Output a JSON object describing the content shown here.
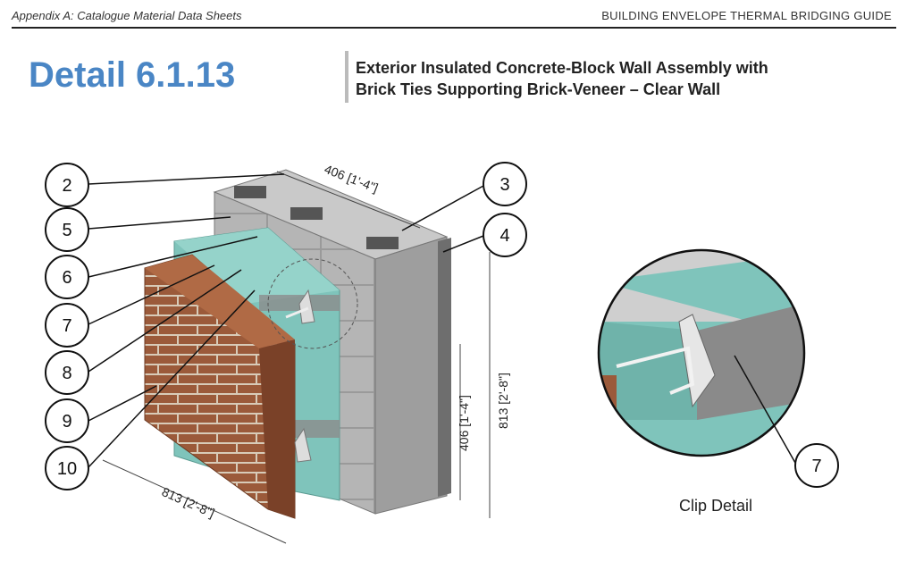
{
  "header": {
    "left": "Appendix A: Catalogue Material Data Sheets",
    "right": "BUILDING ENVELOPE THERMAL BRIDGING GUIDE"
  },
  "title": "Detail 6.1.13",
  "subtitle_lines": [
    "Exterior Insulated Concrete-Block Wall Assembly with",
    "Brick Ties Supporting Brick-Veneer – Clear Wall"
  ],
  "callouts_left": [
    "2",
    "5",
    "6",
    "7",
    "8",
    "9",
    "10"
  ],
  "callouts_right": [
    "3",
    "4"
  ],
  "clip_callout": "7",
  "dimensions": {
    "top": "406 [1'-4\"]",
    "height_inner": "406 [1'-4\"]",
    "height_total": "813 [2'-8\"]",
    "width_bottom": "813 [2'-8\"]"
  },
  "clip_caption": "Clip Detail",
  "colors": {
    "title": "#4a86c5",
    "insulation": "#7fc4bb",
    "brick": "#9b5a3a",
    "concrete": "#b9b9b9"
  }
}
